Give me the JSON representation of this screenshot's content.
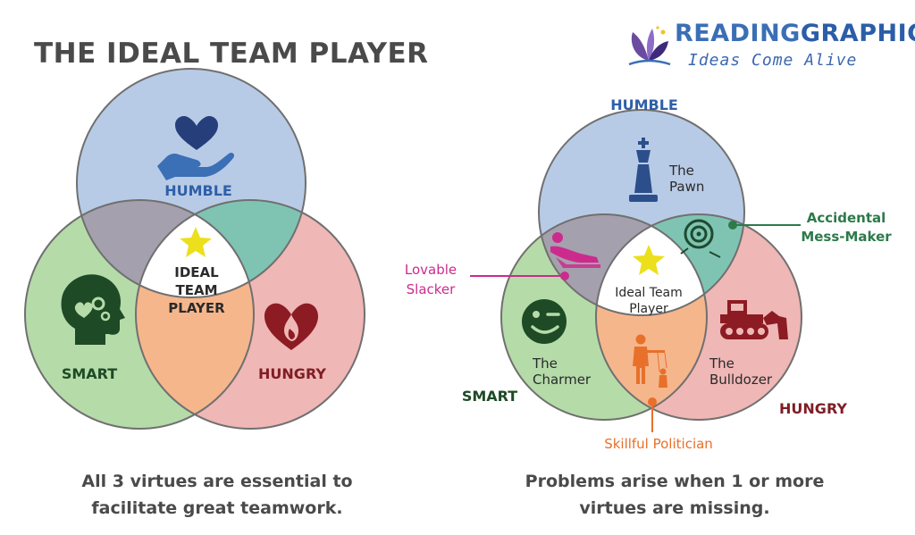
{
  "title": "THE IDEAL TEAM PLAYER",
  "brand": {
    "name_part1": "READING",
    "name_part2": "GRAPHICS",
    "tagline": "Ideas Come Alive"
  },
  "left_diagram": {
    "humble": "HUMBLE",
    "smart": "SMART",
    "hungry": "HUNGRY",
    "center_lines": [
      "IDEAL",
      "TEAM",
      "PLAYER"
    ],
    "caption_lines": [
      "All 3 virtues are essential to",
      "facilitate great teamwork."
    ]
  },
  "right_diagram": {
    "humble": "HUMBLE",
    "smart": "SMART",
    "hungry": "HUNGRY",
    "center_lines": [
      "Ideal Team",
      "Player"
    ],
    "pawn_lines": [
      "The",
      "Pawn"
    ],
    "charmer_lines": [
      "The",
      "Charmer"
    ],
    "bulldozer_lines": [
      "The",
      "Bulldozer"
    ],
    "lovable_slacker_lines": [
      "Lovable",
      "Slacker"
    ],
    "accidental_lines": [
      "Accidental",
      "Mess-Maker"
    ],
    "skillful_politician": "Skillful Politician",
    "caption_lines": [
      "Problems arise when 1 or more",
      "virtues are missing."
    ]
  },
  "colors": {
    "humble_fill": "#b8cbe6",
    "smart_fill": "#b5dba9",
    "hungry_fill": "#efb7b5",
    "humble_smart": "#a5a0ad",
    "humble_hungry": "#7fc4b3",
    "smart_hungry": "#f6b68c",
    "humble_text": "#2f5fa8",
    "smart_text": "#1e4a26",
    "hungry_text": "#7f1d25",
    "slacker_magenta": "#cc2b8d",
    "accidental_green": "#2d7a4b",
    "politician_orange": "#e8702a",
    "star": "#ecdf1c",
    "title_gray": "#4a4a4a"
  }
}
